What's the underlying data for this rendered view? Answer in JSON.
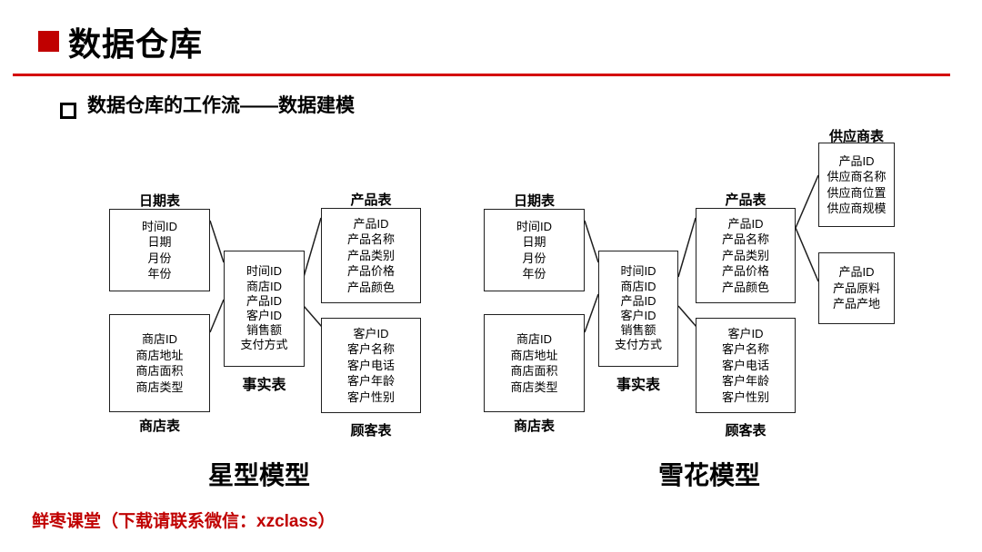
{
  "header": {
    "title": "数据仓库",
    "subtitle": "数据仓库的工作流——数据建模"
  },
  "footer": {
    "text": "鲜枣课堂（下载请联系微信：xzclass）"
  },
  "colors": {
    "accent_red": "#C00000",
    "divider_red": "#D40000",
    "box_border": "#1F1F1F"
  },
  "star": {
    "caption": "星型模型",
    "tables": {
      "date": {
        "label": "日期表",
        "fields": [
          "时间ID",
          "日期",
          "月份",
          "年份"
        ]
      },
      "store": {
        "label": "商店表",
        "fields": [
          "商店ID",
          "商店地址",
          "商店面积",
          "商店类型"
        ]
      },
      "fact": {
        "label": "事实表",
        "fields": [
          "时间ID",
          "商店ID",
          "产品ID",
          "客户ID",
          "销售额",
          "支付方式"
        ]
      },
      "product": {
        "label": "产品表",
        "fields": [
          "产品ID",
          "产品名称",
          "产品类别",
          "产品价格",
          "产品颜色"
        ]
      },
      "customer": {
        "label": "顾客表",
        "fields": [
          "客户ID",
          "客户名称",
          "客户电话",
          "客户年龄",
          "客户性别"
        ]
      }
    }
  },
  "snowflake": {
    "caption": "雪花模型",
    "tables": {
      "date": {
        "label": "日期表",
        "fields": [
          "时间ID",
          "日期",
          "月份",
          "年份"
        ]
      },
      "store": {
        "label": "商店表",
        "fields": [
          "商店ID",
          "商店地址",
          "商店面积",
          "商店类型"
        ]
      },
      "fact": {
        "label": "事实表",
        "fields": [
          "时间ID",
          "商店ID",
          "产品ID",
          "客户ID",
          "销售额",
          "支付方式"
        ]
      },
      "product": {
        "label": "产品表",
        "fields": [
          "产品ID",
          "产品名称",
          "产品类别",
          "产品价格",
          "产品颜色"
        ]
      },
      "customer": {
        "label": "顾客表",
        "fields": [
          "客户ID",
          "客户名称",
          "客户电话",
          "客户年龄",
          "客户性别"
        ]
      },
      "supplier": {
        "label": "供应商表",
        "fields": [
          "产品ID",
          "供应商名称",
          "供应商位置",
          "供应商规模"
        ]
      },
      "product_detail": {
        "label": "",
        "fields": [
          "产品ID",
          "产品原料",
          "产品产地"
        ]
      }
    }
  }
}
